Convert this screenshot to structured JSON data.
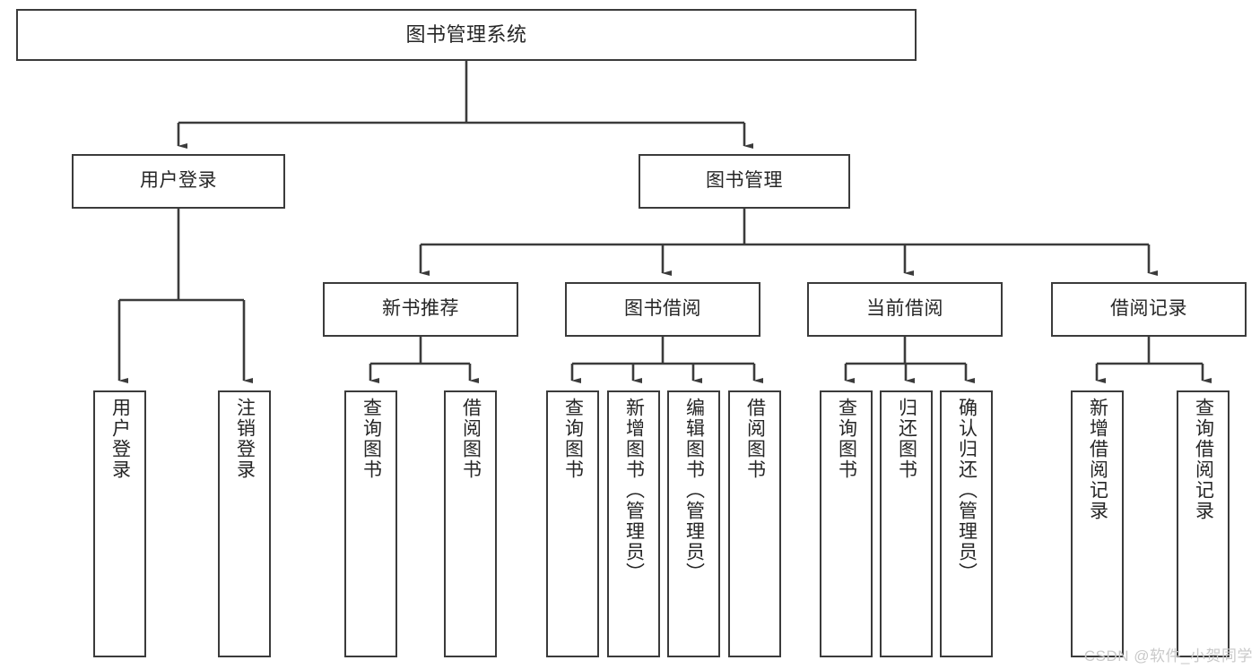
{
  "diagram": {
    "type": "tree-hierarchy",
    "title": "图书管理系统",
    "watermark": "CSDN @软件_小贺同学",
    "colors": {
      "box_border": "#3b3b3b",
      "box_fill": "#ffffff",
      "text": "#262626",
      "line": "#3b3b3b",
      "watermark": "#c9c9c9"
    },
    "nodes": {
      "root": {
        "label": "图书管理系统"
      },
      "level1": [
        {
          "label": "用户登录"
        },
        {
          "label": "图书管理"
        }
      ],
      "level2": [
        {
          "label": "新书推荐"
        },
        {
          "label": "图书借阅"
        },
        {
          "label": "当前借阅"
        },
        {
          "label": "借阅记录"
        }
      ],
      "leaves": {
        "user_login": [
          {
            "label": "用户登录"
          },
          {
            "label": "注销登录"
          }
        ],
        "new_books": [
          {
            "label": "查询图书"
          },
          {
            "label": "借阅图书"
          }
        ],
        "book_borrow": [
          {
            "label": "查询图书"
          },
          {
            "label": "新增图书（管理员）"
          },
          {
            "label": "编辑图书（管理员）"
          },
          {
            "label": "借阅图书"
          }
        ],
        "current_borrow": [
          {
            "label": "查询图书"
          },
          {
            "label": "归还图书"
          },
          {
            "label": "确认归还（管理员）"
          }
        ],
        "borrow_records": [
          {
            "label": "新增借阅记录"
          },
          {
            "label": "查询借阅记录"
          }
        ]
      }
    }
  }
}
